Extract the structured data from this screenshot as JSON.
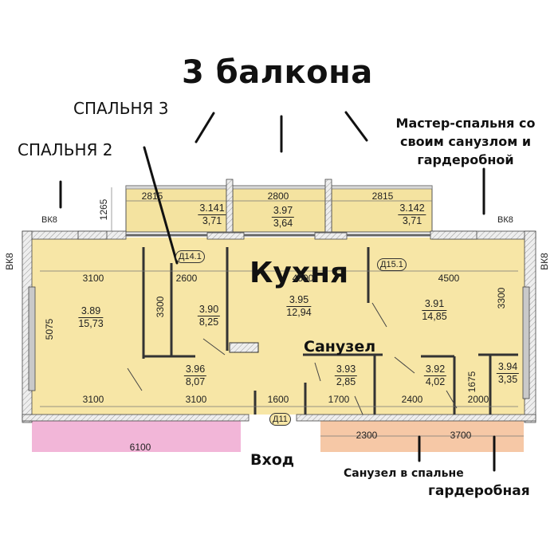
{
  "title": "3 балкона",
  "annotations": {
    "bedroom3": "СПАЛЬНЯ 3",
    "bedroom2": "СПАЛЬНЯ 2",
    "master_line1": "Мастер-спальня со",
    "master_line2": "своим санузлом и",
    "master_line3": "гардеробной",
    "kitchen": "Кухня",
    "bathroom": "Санузел",
    "entrance": "Вход",
    "bedroom_bathroom": "Санузел в спальне",
    "wardrobe": "гардеробная"
  },
  "wall_tags": {
    "vk8_left_top": "ВК8",
    "vk8_right_top": "ВК8",
    "vk8_left_side": "ВК8",
    "vk8_right_side": "ВК8",
    "door_d14": "Д14.1",
    "door_d15": "Д15.1",
    "door_d11": "Д11"
  },
  "balconies": [
    {
      "width": "2815",
      "number": "3.141",
      "area": "3,71"
    },
    {
      "width": "2800",
      "number": "3.97",
      "area": "3,64"
    },
    {
      "width": "2815",
      "number": "3.142",
      "area": "3,71"
    }
  ],
  "balcony_depth": "1265",
  "rooms": [
    {
      "number": "3.89",
      "area": "15,73"
    },
    {
      "number": "3.90",
      "area": "8,25"
    },
    {
      "number": "3.95",
      "area": "12,94"
    },
    {
      "number": "3.91",
      "area": "14,85"
    },
    {
      "number": "3.96",
      "area": "8,07"
    },
    {
      "number": "3.93",
      "area": "2,85"
    },
    {
      "number": "3.92",
      "area": "4,02"
    },
    {
      "number": "3.94",
      "area": "3,35"
    }
  ],
  "dimensions": {
    "top_left": "3100",
    "top_middle": "2600",
    "top_kitchen": "4500",
    "top_right": "4500",
    "left_height": "5075",
    "bedroom2_height": "3300",
    "master_height": "3300",
    "wardrobe_height": "1675",
    "bottom_1": "3100",
    "bottom_2": "3100",
    "bottom_3": "1600",
    "bottom_4": "1700",
    "bottom_5": "2400",
    "bottom_6": "2000",
    "lower_left": "6100",
    "lower_right_1": "2300",
    "lower_right_2": "3700"
  },
  "colors": {
    "floor": "#f7e6a6",
    "balcony_floor": "#f4e3a0",
    "wall": "#e6e6e6",
    "pink_zone": "#f2b6d8",
    "peach_zone": "#f6c8a6"
  }
}
